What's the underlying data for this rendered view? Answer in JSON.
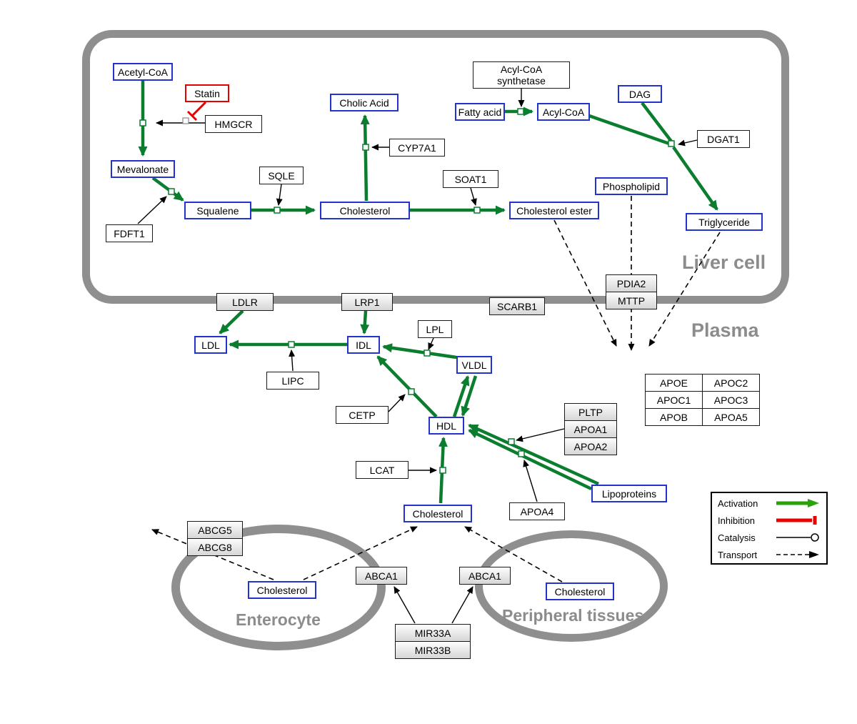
{
  "colors": {
    "metabolite_border": "#2333cc",
    "gene_border": "#1a1a1a",
    "activation_green": "#0b7d2e",
    "legend_green": "#2aa30b",
    "inhibition_red": "#e60000",
    "compartment_gray": "#8f8f8f"
  },
  "compartments": {
    "liver": "Liver cell",
    "plasma": "Plasma",
    "enterocyte": "Enterocyte",
    "peripheral": "Peripheral tissues"
  },
  "nodes": {
    "acetyl_coa": "Acetyl-CoA",
    "statin": "Statin",
    "hmgcr": "HMGCR",
    "mevalonate": "Mevalonate",
    "sqle": "SQLE",
    "squalene": "Squalene",
    "fdft1": "FDFT1",
    "cholic_acid": "Cholic Acid",
    "cyp7a1": "CYP7A1",
    "cholesterol": "Cholesterol",
    "soat1": "SOAT1",
    "cholesterol_ester": "Cholesterol ester",
    "acyl_coa_synthetase": "Acyl-CoA synthetase",
    "fatty_acid": "Fatty acid",
    "acyl_coa": "Acyl-CoA",
    "dag": "DAG",
    "dgat1": "DGAT1",
    "phospholipid": "Phospholipid",
    "triglyceride": "Triglyceride",
    "ldlr": "LDLR",
    "lrp1": "LRP1",
    "scarb1": "SCARB1",
    "pdia2": "PDIA2",
    "mttp": "MTTP",
    "ldl": "LDL",
    "idl": "IDL",
    "lipc": "LIPC",
    "lpl": "LPL",
    "vldl": "VLDL",
    "cetp": "CETP",
    "hdl": "HDL",
    "pltp": "PLTP",
    "apoa1": "APOA1",
    "apoa2": "APOA2",
    "lcat": "LCAT",
    "apoa4": "APOA4",
    "lipoproteins": "Lipoproteins",
    "apoe": "APOE",
    "apoc1": "APOC1",
    "apob": "APOB",
    "apoc2": "APOC2",
    "apoc3": "APOC3",
    "apoa5": "APOA5",
    "abcg5": "ABCG5",
    "abcg8": "ABCG8",
    "abca1": "ABCA1",
    "mir33a": "MIR33A",
    "mir33b": "MIR33B"
  },
  "legend": {
    "activation": "Activation",
    "inhibition": "Inhibition",
    "catalysis": "Catalysis",
    "transport": "Transport"
  }
}
